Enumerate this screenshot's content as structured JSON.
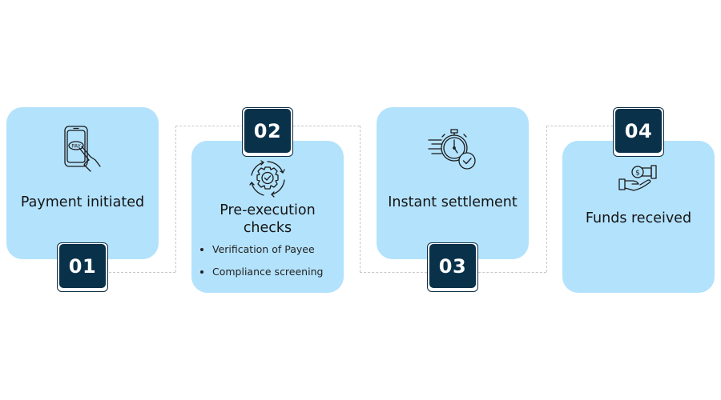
{
  "steps": [
    {
      "number": "01",
      "title": "Payment initiated",
      "icon": "phone-pay-icon"
    },
    {
      "number": "02",
      "title_line1": "Pre-execution",
      "title_line2": "checks",
      "icon": "gear-cycle-check-icon",
      "bullets": [
        "Verification of Payee",
        "Compliance screening"
      ]
    },
    {
      "number": "03",
      "title": "Instant settlement",
      "icon": "stopwatch-check-icon"
    },
    {
      "number": "04",
      "title": "Funds received",
      "icon": "hand-receive-money-icon"
    }
  ],
  "colors": {
    "card": "#b3e2fc",
    "badge": "#09314a",
    "connector": "#c8c8c8"
  }
}
